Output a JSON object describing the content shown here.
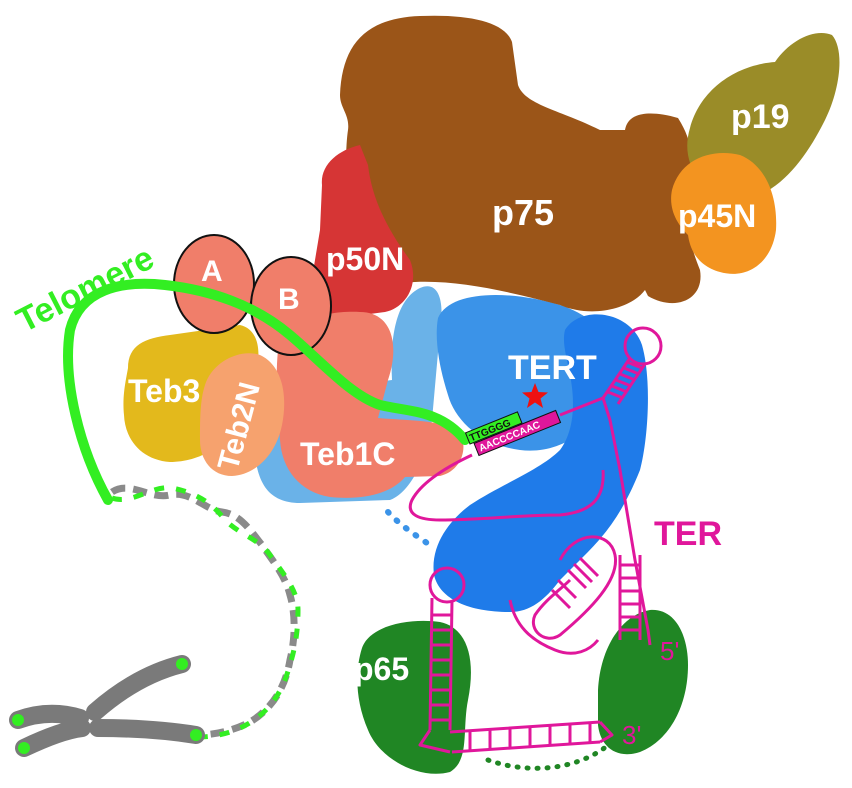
{
  "labels": {
    "telomere": "Telomere",
    "a": "A",
    "b": "B",
    "teb3": "Teb3",
    "teb2n": "Teb2N",
    "teb1c": "Teb1C",
    "p50n": "p50N",
    "p75": "p75",
    "p19": "p19",
    "p45n": "p45N",
    "tert": "TERT",
    "ter": "TER",
    "p65": "p65",
    "five_prime": "5'",
    "three_prime": "3'",
    "dna_strand": "TTGGGG",
    "rna_template": "AACCCCAAC"
  },
  "colors": {
    "p75": "#9b5518",
    "p19": "#9a8c28",
    "p45n": "#f39420",
    "p50n": "#d63535",
    "teb1": "#f07e6a",
    "teb3": "#e3b91c",
    "teb2n": "#f6a26e",
    "tert_light": "#6ab2e8",
    "tert_mid": "#3b93e8",
    "tert_dark": "#1f7be9",
    "ter": "#e0179b",
    "p65": "#208624",
    "telomere": "#33ee22",
    "chromosome": "#7a7a7a",
    "star": "#ee1111"
  },
  "icons": {
    "active_site": "star-icon",
    "chromosome": "chromosome-icon"
  }
}
